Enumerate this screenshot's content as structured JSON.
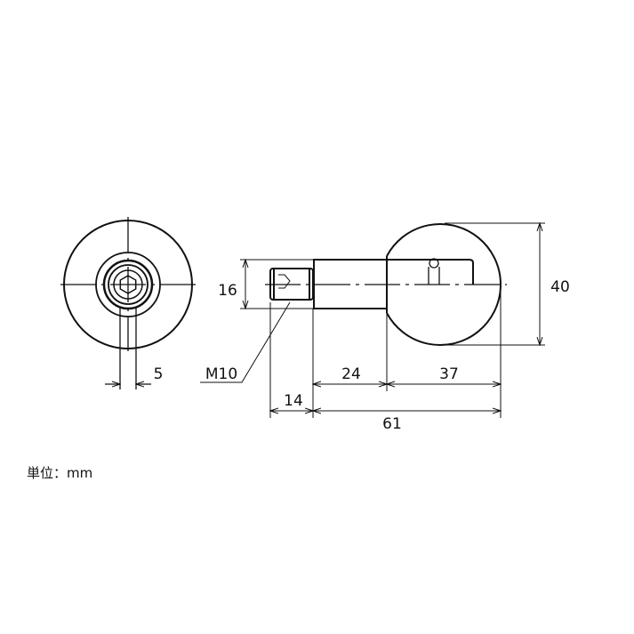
{
  "dimensions": {
    "hex_width": "5",
    "thread": "M10",
    "shaft_diameter": "16",
    "ball_diameter": "40",
    "thread_length": "14",
    "shaft_length": "24",
    "ball_length": "37",
    "total_length": "61"
  },
  "unit_label": "単位：mm"
}
